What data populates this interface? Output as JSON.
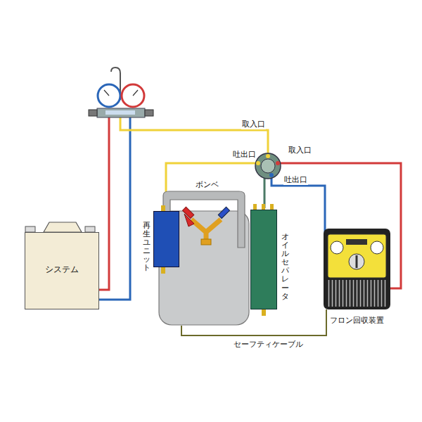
{
  "diagram": {
    "nodes": [
      {
        "text": [
          "システム"
        ]
      },
      {
        "text": [
          "ボンベ"
        ]
      },
      {
        "text": [
          "再生ユニット"
        ]
      },
      {
        "text": [
          "オイルセパレータ"
        ]
      },
      {
        "text": [
          "フロン回収装置"
        ]
      }
    ],
    "edges": [
      {
        "from": 1,
        "to": 4,
        "arrow": "none",
        "label": "セーフティケーブル"
      }
    ],
    "labels": [
      "取入口",
      "吐出口",
      "取入口",
      "吐出口"
    ]
  }
}
